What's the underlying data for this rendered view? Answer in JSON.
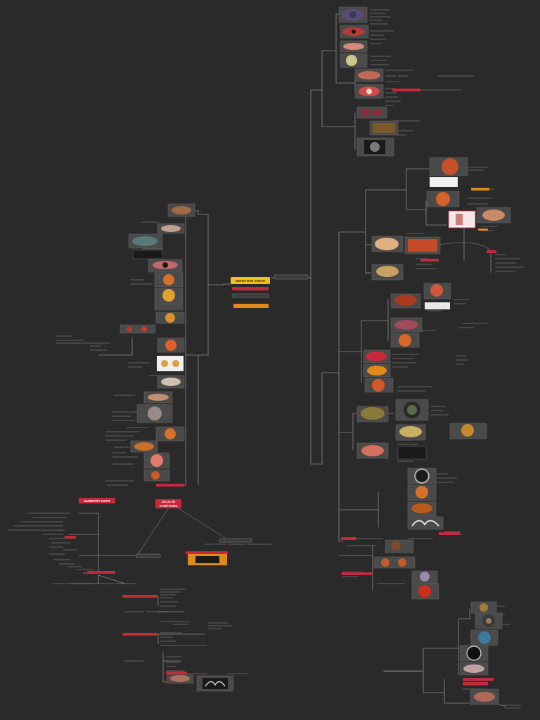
{
  "colors": {
    "background": "#2a2a2a",
    "connector": "#8c8c8c",
    "label_text": "#d6d6d6",
    "root_fill": "#f2c21b",
    "root_text": "#3a2a00",
    "highlight_red": "#c8283c",
    "highlight_orange": "#e08a1a",
    "tile_fill": "#4a4a4a",
    "tile_stroke": "#5e5e5e"
  },
  "icons": {
    "fundus_thumbnail": "fundus-photo-icon",
    "eye_thumbnail": "external-eye-photo-icon",
    "scan_thumbnail": "scan-image-icon"
  },
  "roots": {
    "defective_vision": {
      "label": "DEFECTIVE VISION"
    },
    "ocular_symptoms": {
      "label": "OCULAR SYMPTOMS"
    },
    "summary_maps": {
      "label": "SUMMARY MAPS"
    }
  },
  "node_labels": {
    "central_branch": "",
    "right_trunk": "",
    "left_trunk": "",
    "red_tag_1": "",
    "red_tag_2": "",
    "orange_tag": "",
    "mid_red_1": "",
    "mid_red_2": "",
    "mid_red_3": ""
  }
}
